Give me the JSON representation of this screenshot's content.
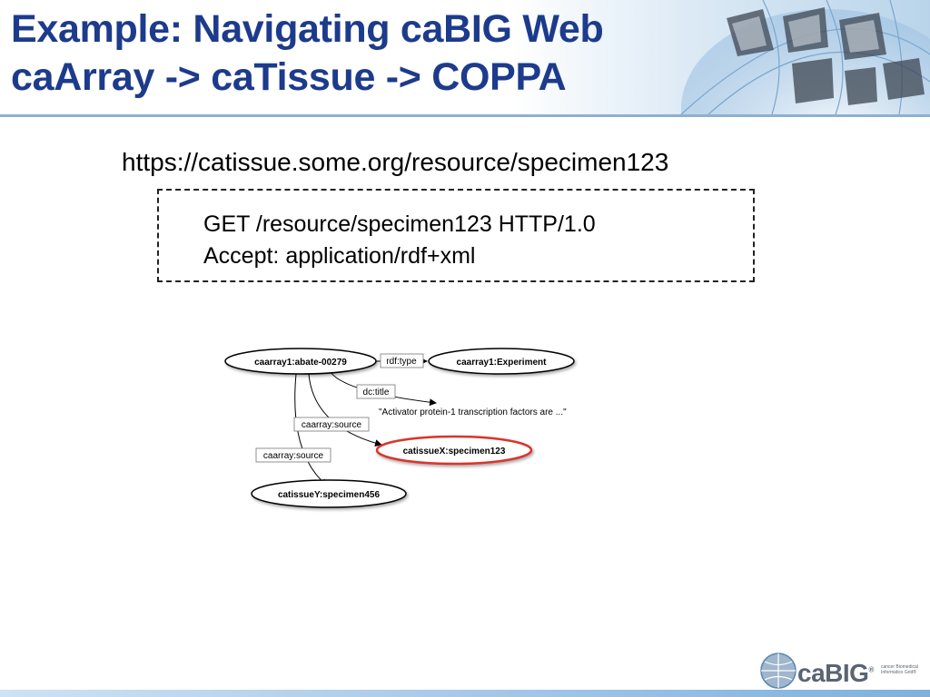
{
  "slide": {
    "title_line1": "Example: Navigating caBIG Web",
    "title_line2": "caArray -> caTissue -> COPPA",
    "url": "https://catissue.some.org/resource/specimen123",
    "request_line1": "GET /resource/specimen123 HTTP/1.0",
    "request_line2": "Accept: application/rdf+xml"
  },
  "graph": {
    "nodes": {
      "experiment_id": "caarray1:abate-00279",
      "experiment_type": "caarray1:Experiment",
      "specimen_x": "catissueX:specimen123",
      "specimen_y": "catissueY:specimen456"
    },
    "title_literal": "\"Activator protein-1 transcription factors are ...\"",
    "edges": {
      "type": "rdf:type",
      "title": "dc:title",
      "source_x": "caarray:source",
      "source_y": "caarray:source"
    },
    "colors": {
      "highlight": "#d9342b",
      "node_fill": "#ffffff",
      "edge": "#000000"
    }
  },
  "logo": {
    "name": "caBIG",
    "registered": "®",
    "tagline": "cancer Biomedical Informatics Grid®"
  },
  "colors": {
    "title": "#1d3b8c",
    "rule": "#8fb0cf"
  }
}
